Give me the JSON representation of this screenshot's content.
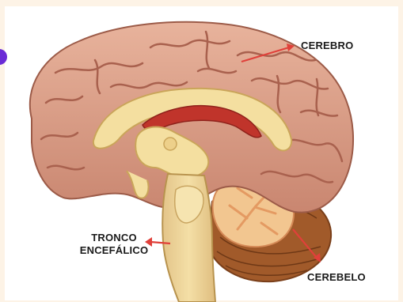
{
  "labels": {
    "cerebro": "CEREBRO",
    "tronco_line1": "TRONCO",
    "tronco_line2": "ENCEFÁLICO",
    "cerebelo": "CEREBELO"
  },
  "colors": {
    "background": "#fdf3e6",
    "brain": "#d99a80",
    "brain_fold": "#b06c58",
    "inner_yellow": "#f4dfa0",
    "red_region": "#c0342b",
    "cerebellum": "#a85e2c",
    "arrow": "#e0403a"
  }
}
